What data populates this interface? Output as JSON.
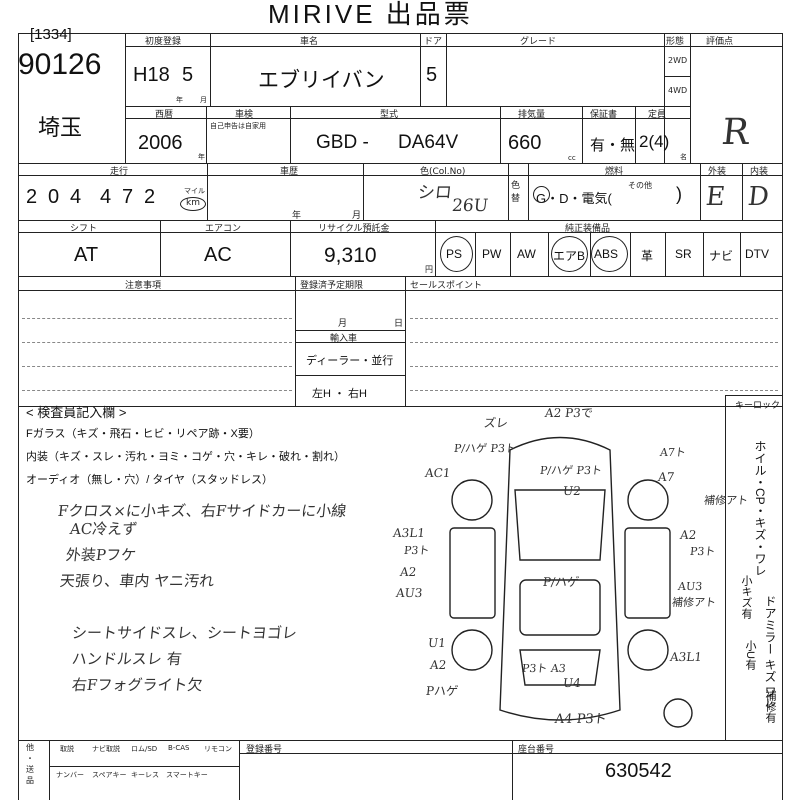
{
  "form_title": "MIRIVE 出品票",
  "lot_number": "[1334]",
  "exhibit_number": "90126",
  "region": "埼玉",
  "header_labels": {
    "first_reg": "初度登録",
    "car_name": "車名",
    "doors": "ドア",
    "grade": "グレード",
    "shape": "形態",
    "rating": "評価点",
    "year_western": "西暦",
    "inspection": "車検",
    "model_type": "型式",
    "displacement": "排気量",
    "warranty": "保証書",
    "capacity": "定員",
    "mileage": "走行",
    "history": "車歴",
    "color": "色(Col.No)",
    "fuel": "燃料",
    "exterior": "外装",
    "interior": "内装",
    "shift": "シフト",
    "aircon": "エアコン",
    "recycle": "リサイクル預託金",
    "options": "純正装備品",
    "notes": "注意事項",
    "reg_deadline": "登録済予定期限",
    "import": "輸入車",
    "sales_point": "セールスポイント",
    "inspector_notes": "< 検査員記入欄 >",
    "key_lock": "キーロック",
    "seat_no": "座台番号",
    "reg_no": "登録番号"
  },
  "first_reg": {
    "era": "H18",
    "month": "5",
    "year_unit": "年",
    "month_unit": "月"
  },
  "car_name": "エブリイバン",
  "doors": "5",
  "shape_options": [
    "2WD",
    "4WD"
  ],
  "year_western": "2006",
  "year_unit": "年",
  "inspection_note": "自己申告は自家用",
  "model_prefix": "GBD -",
  "model_code": "DA64V",
  "displacement": "660",
  "displacement_unit": "cc",
  "warranty": "有・無",
  "capacity": "2(4)",
  "capacity_unit": "名",
  "rating": "R",
  "mileage_digits": [
    "2",
    "0",
    "4",
    "4",
    "7",
    "2"
  ],
  "mileage_unit_top": "マイル",
  "mileage_unit_km": "km",
  "history_year": "年",
  "history_month": "月",
  "color_text": "シロ",
  "color_code": "26U",
  "color_side": "色替",
  "fuel": "G・D・電気(",
  "fuel_other": "その他",
  "exterior_grade": "E",
  "interior_grade": "D",
  "shift": "AT",
  "aircon": "AC",
  "recycle_amount": "9,310",
  "recycle_unit": "円",
  "options": [
    "PS",
    "PW",
    "AW",
    "エアB",
    "ABS",
    "革",
    "SR",
    "ナビ",
    "DTV"
  ],
  "circled_options": [
    "PS",
    "エアB",
    "ABS"
  ],
  "reg_deadline_md": {
    "month": "月",
    "day": "日"
  },
  "import_options": [
    "ディーラー・並行",
    "左H ・ 右H"
  ],
  "defects": [
    "Fガラス（キズ・飛石・ヒビ・リペア跡・X要）",
    "内装（キズ・スレ・汚れ・ヨミ・コゲ・穴・キレ・破れ・割れ）",
    "オーディオ（無し・穴）/ タイヤ（スタッドレス）"
  ],
  "inspector_notes": [
    "Fクロス×に小キズ、右Fサイドカーに小線",
    "AC冷えず",
    "外装Pフケ",
    "天張り、車内 ヤニ汚れ",
    "シートサイドスレ、シートヨゴレ",
    "ハンドルスレ 有",
    "右Fフォグライト欠"
  ],
  "diagram_annotations": [
    "ズレ",
    "A2 P3で",
    "P/ハゲ P3ト",
    "P/ハゲ P3ト",
    "A7ト",
    "AC1",
    "A7",
    "U2",
    "補修アト",
    "A3L1",
    "P3ト",
    "A2",
    "AU3",
    "A2",
    "P3ト",
    "P/ハゲ",
    "AU3",
    "補修アト",
    "U1",
    "A2",
    "Pハゲ",
    "P3ト A3",
    "U4",
    "A3L1",
    "A4 P3ト"
  ],
  "side_note_1": "ホイル・CP・キズ・ワレ",
  "side_note_2": "小キズ有",
  "side_note_3": "ドアミラー キズ ワレ",
  "side_note_4": "小U有",
  "side_note_5": "補修有",
  "bottom_labels": {
    "left_mark": "他\n・\n送\n品",
    "row1": [
      "取説",
      "ナビ取説",
      "ロム/SD",
      "B-CAS",
      "リモコン"
    ],
    "row2": [
      "ナンバー",
      "スペアキー",
      "キーレス",
      "スマートキー"
    ]
  },
  "seat_number": "630542"
}
